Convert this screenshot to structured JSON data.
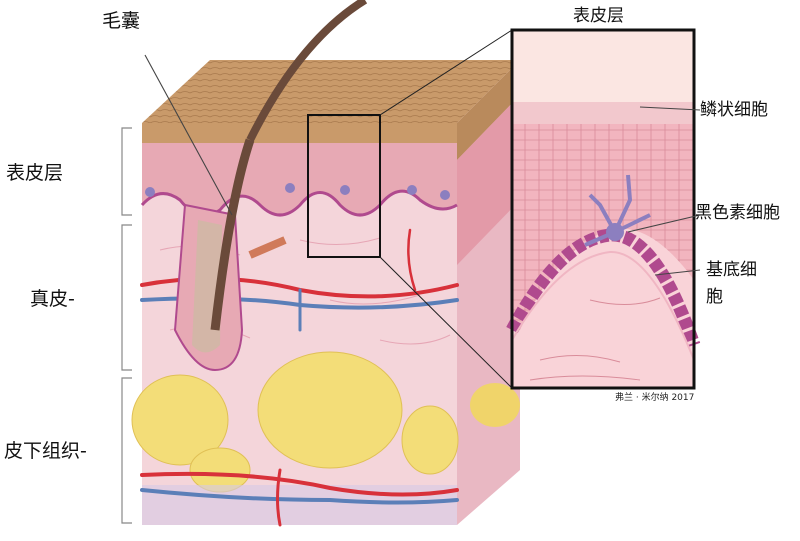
{
  "labels": {
    "hair_follicle": "毛囊",
    "epidermis_left": "表皮层",
    "dermis": "真皮-",
    "subcutaneous": "皮下组织-",
    "epidermis_inset": "表皮层",
    "squamous": "鳞状细胞",
    "melanocyte": "黑色素细胞",
    "basal_line1": "基底细",
    "basal_line2": "胞",
    "credit": "弗兰 · 米尔纳 2017"
  },
  "colors": {
    "surface_tan": "#c99a6a",
    "epidermis_pink": "#e7a9b4",
    "dermis_pink": "#f4d5da",
    "fat_yellow": "#f3dd78",
    "artery_red": "#d8313a",
    "vein_blue": "#5b7fb8",
    "melanocyte_purple": "#8c7fbf",
    "basal_magenta": "#b04a8e",
    "hair_brown": "#6a4a3a"
  }
}
